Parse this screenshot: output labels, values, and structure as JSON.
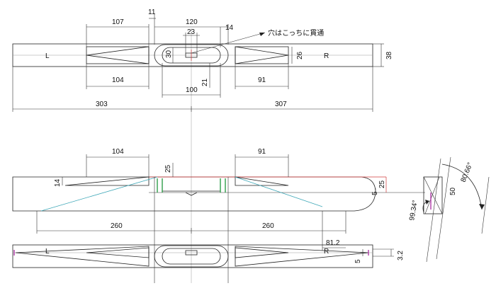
{
  "annotation": {
    "hole_note": "穴はこっちに貫通"
  },
  "labels": {
    "left_mark": "L",
    "right_mark": "R"
  },
  "top_view": {
    "dim_107": "107",
    "dim_11": "11",
    "dim_120": "120",
    "dim_23": "23",
    "dim_14": "14",
    "dim_30": "30",
    "dim_26": "26",
    "dim_38": "38",
    "dim_104": "104",
    "dim_91": "91",
    "dim_21": "21",
    "dim_100": "100",
    "dim_303": "303",
    "dim_307": "307"
  },
  "side_view": {
    "dim_104": "104",
    "dim_91": "91",
    "dim_25_left": "25",
    "dim_25_right": "25",
    "dim_14": "14",
    "dim_5": "5",
    "dim_260_left": "260",
    "dim_260_right": "260",
    "dim_81_2": "81.2"
  },
  "section_view": {
    "dim_50": "50",
    "angle_80": "80.66°",
    "angle_99": "99.34°"
  },
  "bottom_view": {
    "dim_5": "5",
    "dim_3_2": "3.2"
  }
}
